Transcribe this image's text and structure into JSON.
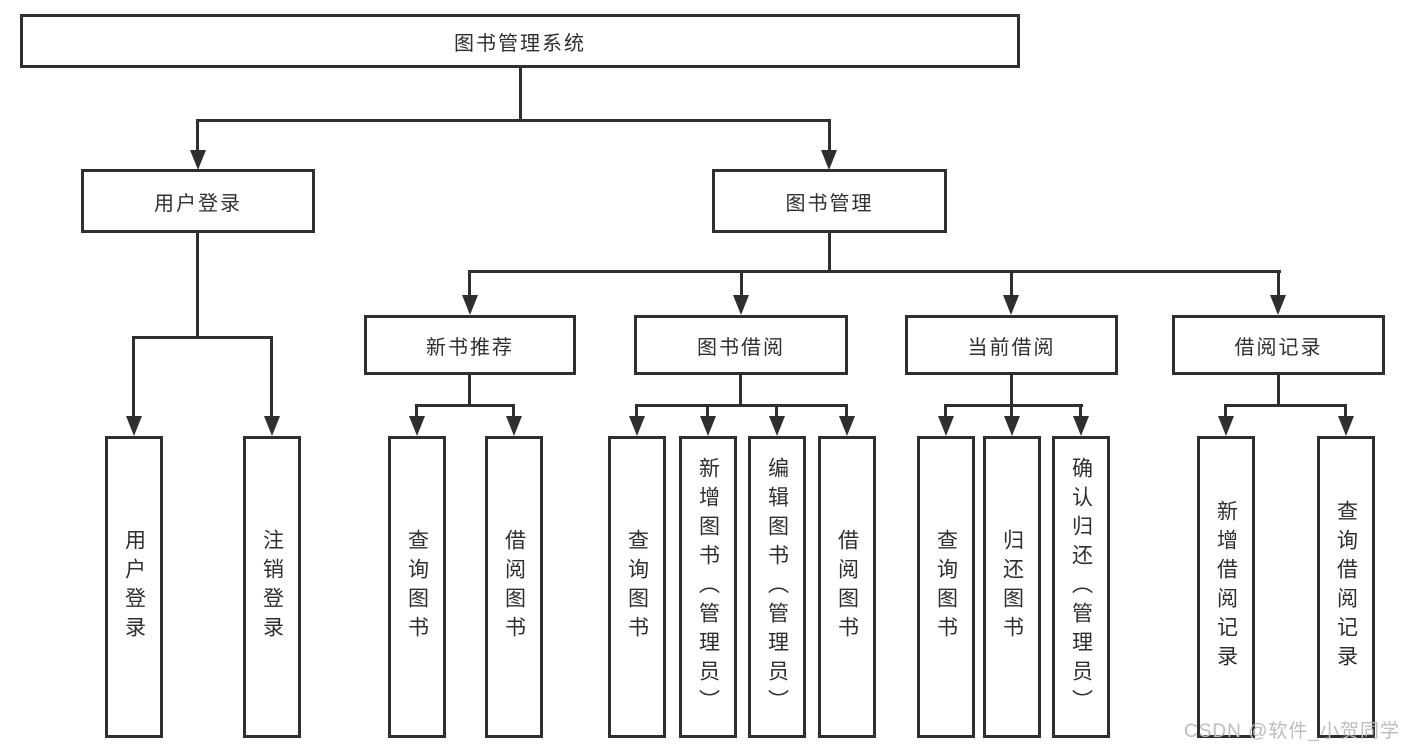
{
  "diagram": {
    "title": "图书管理系统",
    "nodes": {
      "root": "图书管理系统",
      "user_login": "用户登录",
      "book_mgmt": "图书管理",
      "new_book_rec": "新书推荐",
      "book_borrow": "图书借阅",
      "current_borrow": "当前借阅",
      "borrow_records": "借阅记录",
      "leaf_user_login": "用户登录",
      "leaf_logout": "注销登录",
      "leaf_query_book_1": "查询图书",
      "leaf_borrow_book_1": "借阅图书",
      "leaf_query_book_2": "查询图书",
      "leaf_add_book": "新增图书（管理员）",
      "leaf_edit_book": "编辑图书（管理员）",
      "leaf_borrow_book_2": "借阅图书",
      "leaf_query_book_3": "查询图书",
      "leaf_return_book": "归还图书",
      "leaf_confirm_return": "确认归还（管理员）",
      "leaf_add_borrow_record": "新增借阅记录",
      "leaf_query_borrow_record": "查询借阅记录"
    },
    "hierarchy": {
      "root": [
        "user_login",
        "book_mgmt"
      ],
      "user_login": [
        "leaf_user_login",
        "leaf_logout"
      ],
      "book_mgmt": [
        "new_book_rec",
        "book_borrow",
        "current_borrow",
        "borrow_records"
      ],
      "new_book_rec": [
        "leaf_query_book_1",
        "leaf_borrow_book_1"
      ],
      "book_borrow": [
        "leaf_query_book_2",
        "leaf_add_book",
        "leaf_edit_book",
        "leaf_borrow_book_2"
      ],
      "current_borrow": [
        "leaf_query_book_3",
        "leaf_return_book",
        "leaf_confirm_return"
      ],
      "borrow_records": [
        "leaf_add_borrow_record",
        "leaf_query_borrow_record"
      ]
    }
  },
  "watermark": {
    "text": "CSDN @软件_小贺同学"
  },
  "colors": {
    "line": "#2f2f2f",
    "text": "#2f2f2f",
    "background": "#ffffff",
    "watermark": "#bdbdbd"
  }
}
